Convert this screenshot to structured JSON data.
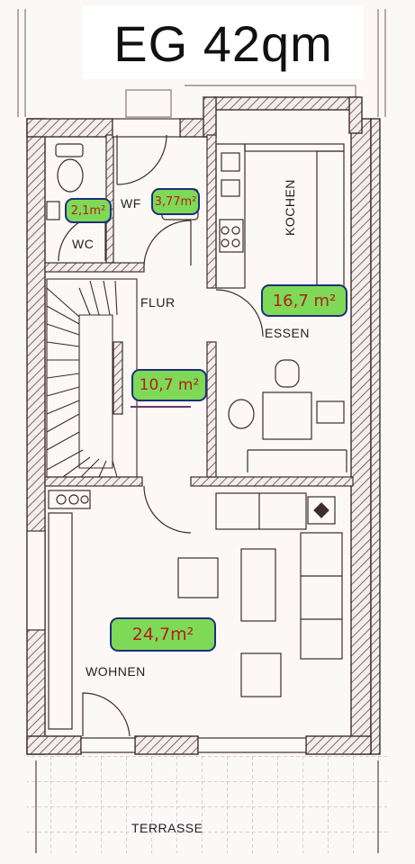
{
  "title": "EG 42qm",
  "rooms": {
    "wc": "WC",
    "wf": "WF",
    "flur": "FLUR",
    "kochen": "KOCHEN",
    "essen": "ESSEN",
    "wohnen": "WOHNEN",
    "terrasse": "TERRASSE"
  },
  "areas": {
    "wc": "2,1m²",
    "wf": "3,77m²",
    "essen_kochen": "16,7 m²",
    "flur": "10,7 m²",
    "wohnen": "24,7m²"
  },
  "colors": {
    "highlight": "#7ed957",
    "highlight_border": "#1f2f7a",
    "area_text": "#b3201a",
    "wall_line": "#4a3a3a"
  }
}
